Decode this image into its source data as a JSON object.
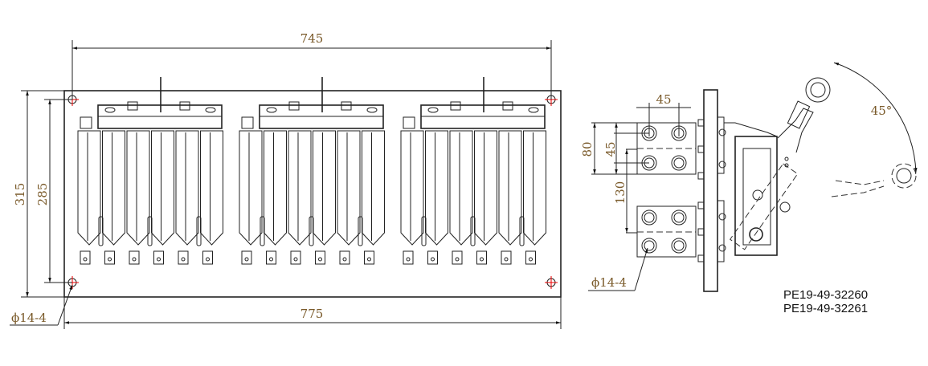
{
  "front_view": {
    "dims": {
      "hole_span_width": "745",
      "plate_width": "775",
      "plate_height": "315",
      "hole_span_height": "285"
    },
    "hole_callout": "ϕ14-4",
    "module_count": 3,
    "blades_per_module": 6
  },
  "side_view": {
    "dims": {
      "bolt_pitch_h": "45",
      "block_height": "80",
      "bolt_pitch_v": "45",
      "block_spacing": "130"
    },
    "hole_callout": "ϕ14-4",
    "angle": "45°"
  },
  "part_numbers": [
    "PE19-49-32260",
    "PE19-49-32261"
  ]
}
